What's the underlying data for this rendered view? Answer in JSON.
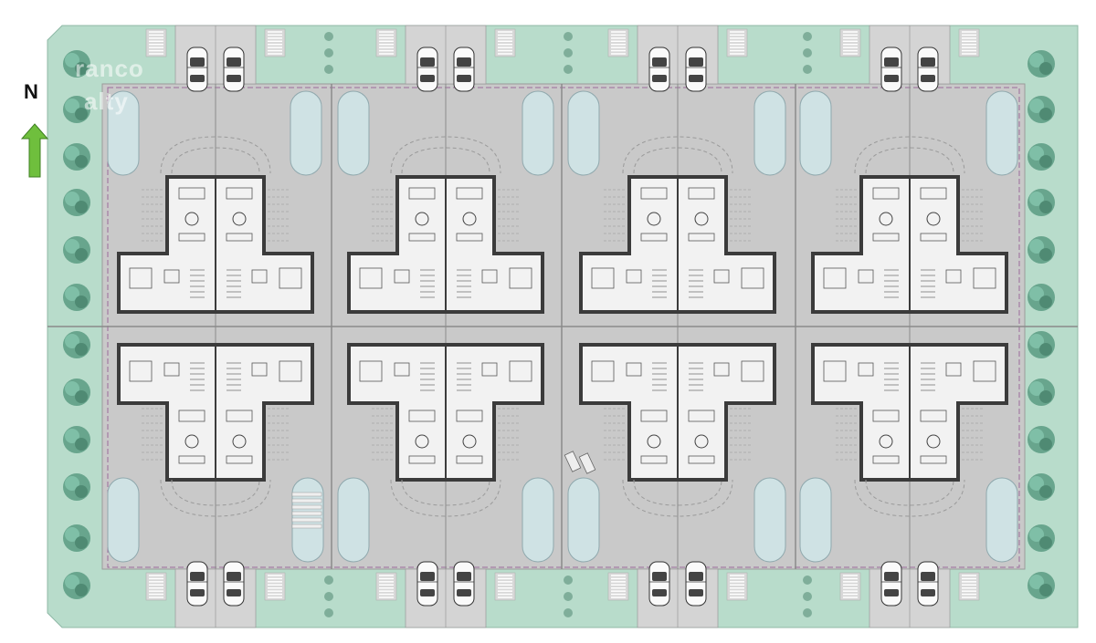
{
  "compass": {
    "label": "N"
  },
  "watermark": {
    "line1": "ranco",
    "line2": "alty"
  },
  "colors": {
    "greenery": "#b8dccb",
    "greenery_dark": "#7fae9a",
    "tree": "#5f9e86",
    "paving": "#c9c9c9",
    "plot": "#dddddd",
    "pool": "#cfe2e4",
    "pool_edge": "#8fa8ad",
    "wall": "#3b3b3b",
    "floor": "#f2f2f2",
    "arrow": "#6fbf3d"
  },
  "icons": [
    "north-arrow-icon",
    "car-icon",
    "tree-icon",
    "pool-icon",
    "parking-stripes-icon"
  ]
}
